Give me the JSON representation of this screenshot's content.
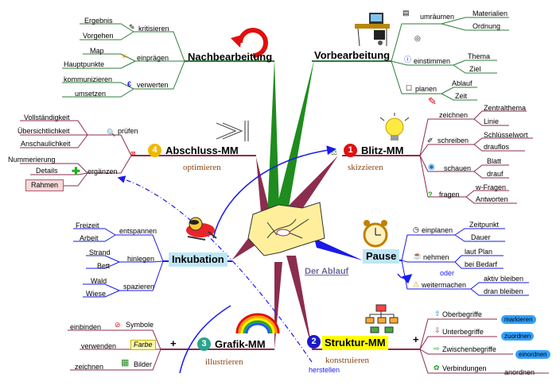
{
  "center": {
    "label": "Der Ablauf"
  },
  "nachbearbeitung": {
    "title": "Nachbearbeitung",
    "branches": [
      {
        "label": "kritisieren",
        "children": [
          "Ergebnis",
          "Vorgehen"
        ]
      },
      {
        "label": "einprägen",
        "children": [
          "Map",
          "Hauptpunkte"
        ]
      },
      {
        "label": "verwerten",
        "children": [
          "kommunizieren",
          "umsetzen"
        ]
      }
    ]
  },
  "vorbearbeitung": {
    "title": "Vorbearbeitung",
    "branches": [
      {
        "label": "umräumen",
        "children": [
          "Materialien",
          "Ordnung"
        ]
      },
      {
        "label": "einstimmen",
        "children": [
          "Thema",
          "Ziel"
        ]
      },
      {
        "label": "planen",
        "children": [
          "Ablauf",
          "Zeit"
        ]
      }
    ]
  },
  "abschluss": {
    "number": "4",
    "title": "Abschluss-MM",
    "subtitle": "optimieren",
    "branches": [
      {
        "label": "prüfen",
        "children": [
          "Vollständigkeit",
          "Übersichtlichkeit",
          "Anschaulichkeit"
        ]
      },
      {
        "label": "ergänzen",
        "children": [
          "Nummerierung",
          "Details",
          "Rahmen"
        ]
      }
    ]
  },
  "blitz": {
    "number": "1",
    "title": "Blitz-MM",
    "subtitle": "skizzieren",
    "branches": [
      {
        "label": "zeichnen",
        "children": [
          "Zentralthema",
          "Linie"
        ]
      },
      {
        "label": "schreiben",
        "children": [
          "Schlüsselwort",
          "drauflos"
        ]
      },
      {
        "label": "schauen",
        "children": [
          "Blatt",
          "drauf"
        ]
      },
      {
        "label": "fragen",
        "children": [
          "w-Fragen",
          "Antworten"
        ]
      }
    ]
  },
  "inkubation": {
    "title": "Inkubation",
    "branches": [
      {
        "label": "entspannen",
        "children": [
          "Freizeit",
          "Arbeit"
        ]
      },
      {
        "label": "hinlegen",
        "children": [
          "Strand",
          "Bett"
        ]
      },
      {
        "label": "spazieren",
        "children": [
          "Wald",
          "Wiese"
        ]
      }
    ]
  },
  "pause": {
    "title": "Pause",
    "connector": "oder",
    "branches": [
      {
        "label": "einplanen",
        "children": [
          "Zeitpunkt",
          "Dauer"
        ]
      },
      {
        "label": "nehmen",
        "children": [
          "laut Plan",
          "bei Bedarf"
        ]
      },
      {
        "label": "weitermachen",
        "children": [
          "aktiv bleiben",
          "dran bleiben"
        ]
      }
    ]
  },
  "grafik": {
    "number": "3",
    "title": "Grafik-MM",
    "subtitle": "illustrieren",
    "branches": [
      {
        "label": "Symbole",
        "child": "einbinden"
      },
      {
        "label": "Farbe",
        "child": "verwenden"
      },
      {
        "label": "Bilder",
        "child": "zeichnen"
      }
    ]
  },
  "struktur": {
    "number": "2",
    "title": "Struktur-MM",
    "subtitle": "konstruieren",
    "link_label": "herstellen",
    "branches": [
      {
        "label": "Oberbegriffe",
        "child": "markieren"
      },
      {
        "label": "Unterbegriffe",
        "child": "zuordnen"
      },
      {
        "label": "Zwischenbegriffe",
        "child": "einordnen"
      },
      {
        "label": "Verbindungen",
        "child": "anordnen"
      }
    ]
  },
  "colors": {
    "branch_green": "#1e8c1e",
    "branch_maroon": "#8b2d4e",
    "arrow_blue": "#1a1aee",
    "thin_line": "#2d7d3a",
    "rahmen_bg": "#f4dada",
    "rahmen_border": "#b35a6e",
    "blitz_number": "#e01010",
    "struktur_number": "#1a1ac8",
    "struktur_highlight": "#ffff00",
    "grafik_number": "#2aa58c",
    "abschluss_number": "#f0b800"
  }
}
